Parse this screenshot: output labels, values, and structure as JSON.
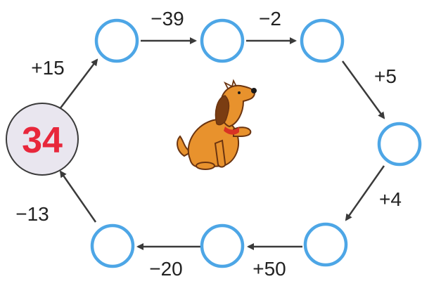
{
  "start": {
    "value": "34"
  },
  "operations": [
    "+15",
    "−39",
    "−2",
    "+5",
    "+4",
    "+50",
    "−20",
    "−13"
  ],
  "blank_count": 7,
  "colors": {
    "circle_stroke": "#4da6e6",
    "start_fill": "#e9e6ef",
    "start_text": "#e8273b",
    "arrow": "#3a3a3a",
    "label": "#222222",
    "dog_body": "#e8922d",
    "dog_dark": "#6b3410",
    "collar": "#d83224"
  },
  "illustration": {
    "name": "dog"
  }
}
